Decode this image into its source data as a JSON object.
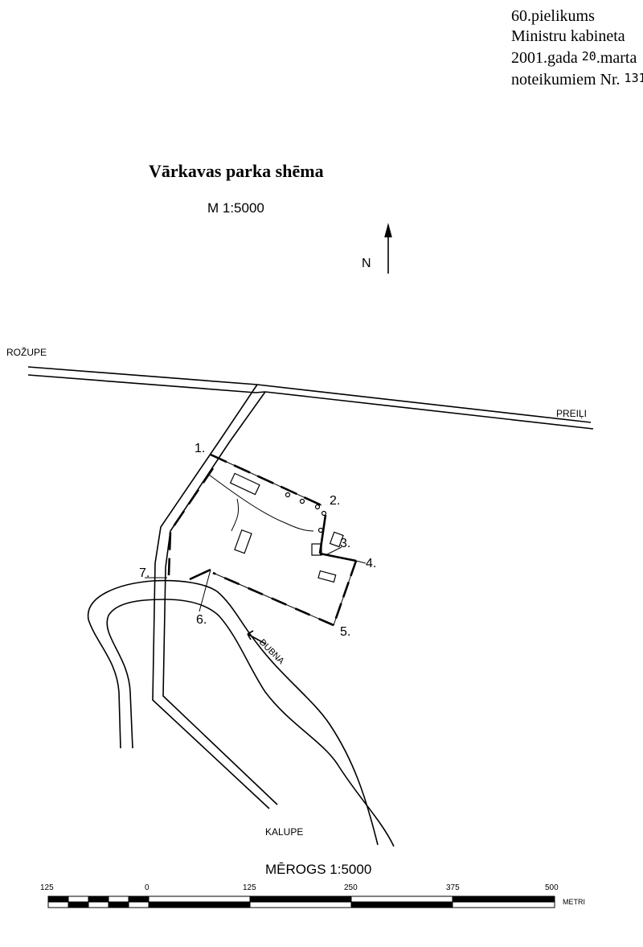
{
  "annex": {
    "line1": "60.pielikums",
    "line2": "Ministru kabineta",
    "line3_a": "2001.gada ",
    "line3_day": "20",
    "line3_b": ".marta",
    "line4_a": "noteikumiem Nr. ",
    "line4_num": "131"
  },
  "title": "Vārkavas parka shēma",
  "scale_top": "M 1:5000",
  "north": "N",
  "places": {
    "rozupe": "ROŽUPE",
    "preili": "PREIĻI",
    "kalupe": "KALUPE",
    "dubna": "DUBNA"
  },
  "points": [
    "1.",
    "2.",
    "3.",
    "4.",
    "5.",
    "6.",
    "7."
  ],
  "scale_bar": {
    "title": "MĒROGS 1:5000",
    "ticks": [
      "125",
      "0",
      "125",
      "250",
      "375",
      "500"
    ],
    "unit": "METRI"
  }
}
